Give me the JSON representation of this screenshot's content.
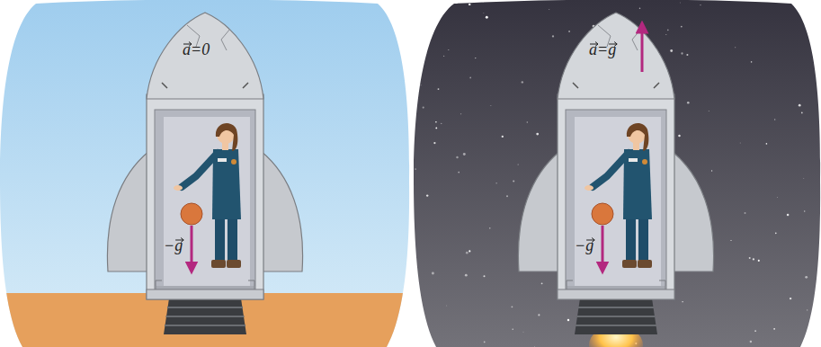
{
  "diagram": {
    "labels": [
      "a=0",
      "−g",
      "a=g",
      "−g"
    ]
  }
}
